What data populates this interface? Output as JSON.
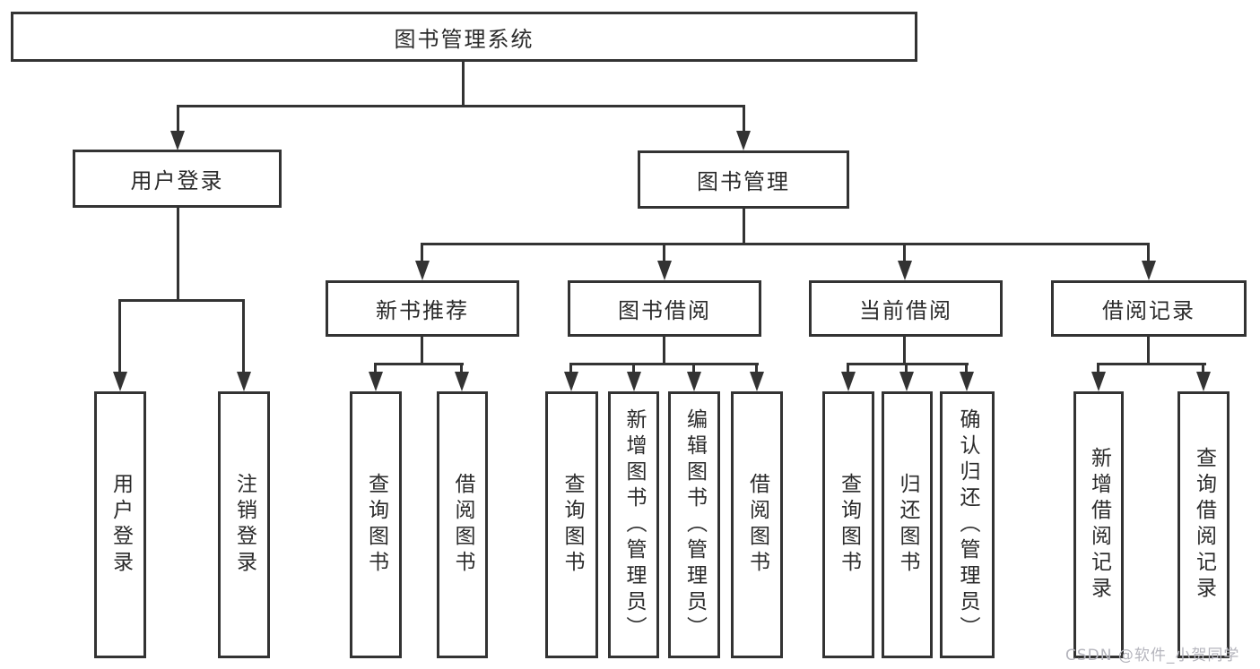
{
  "diagram": {
    "type": "tree",
    "root": {
      "label": "图书管理系统",
      "children": [
        {
          "label": "用户登录",
          "children": [
            {
              "label": "用户登录"
            },
            {
              "label": "注销登录"
            }
          ]
        },
        {
          "label": "图书管理",
          "children": [
            {
              "label": "新书推荐",
              "children": [
                {
                  "label": "查询图书"
                },
                {
                  "label": "借阅图书"
                }
              ]
            },
            {
              "label": "图书借阅",
              "children": [
                {
                  "label": "查询图书"
                },
                {
                  "label": "新增图书（管理员）"
                },
                {
                  "label": "编辑图书（管理员）"
                },
                {
                  "label": "借阅图书"
                }
              ]
            },
            {
              "label": "当前借阅",
              "children": [
                {
                  "label": "查询图书"
                },
                {
                  "label": "归还图书"
                },
                {
                  "label": "确认归还（管理员）"
                }
              ]
            },
            {
              "label": "借阅记录",
              "children": [
                {
                  "label": "新增借阅记录"
                },
                {
                  "label": "查询借阅记录"
                }
              ]
            }
          ]
        }
      ]
    },
    "colors": {
      "line": "#333333",
      "text": "#2b2b2b",
      "background": "#ffffff",
      "watermark": "#b5b5bd"
    }
  },
  "watermark": {
    "text": "CSDN @软件_小贺同学"
  }
}
